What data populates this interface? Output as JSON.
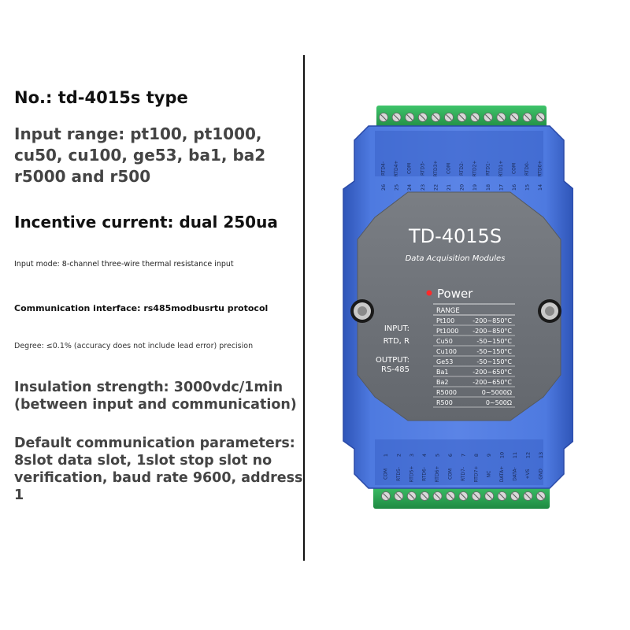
{
  "specs": {
    "model": "No.: td-4015s type",
    "input_range": [
      "Input range: pt100, pt1000,",
      "cu50, cu100, ge53, ba1, ba2",
      "r5000 and r500"
    ],
    "current": "Incentive current: dual 250ua",
    "input_mode": "Input mode: 8-channel three-wire thermal resistance input",
    "interface": "Communication interface: rs485modbusrtu protocol",
    "degree": "Degree: ≤0.1% (accuracy does not include lead error) precision",
    "insulation": [
      "Insulation strength: 3000vdc/1min",
      "(between input and communication)"
    ],
    "defaults": [
      "Default communication parameters:",
      "8slot data slot, 1slot stop slot no",
      "verification, baud rate 9600, address",
      "1"
    ]
  },
  "device": {
    "model": "TD-4015S",
    "subtitle": "Data Acquisition Modules",
    "power": "Power",
    "left_label": [
      "INPUT:",
      "RTD, R",
      "OUTPUT:",
      "RS-485"
    ],
    "range_header": "RANGE",
    "ranges": [
      {
        "name": "Pt100",
        "value": "-200~850°C"
      },
      {
        "name": "Pt1000",
        "value": "-200~850°C"
      },
      {
        "name": "Cu50",
        "value": "-50~150°C"
      },
      {
        "name": "Cu100",
        "value": "-50~150°C"
      },
      {
        "name": "Ge53",
        "value": "-50~150°C"
      },
      {
        "name": "Ba1",
        "value": "-200~650°C"
      },
      {
        "name": "Ba2",
        "value": "-200~650°C"
      },
      {
        "name": "R5000",
        "value": "0~5000Ω"
      },
      {
        "name": "R500",
        "value": "0~500Ω"
      }
    ],
    "top_pins": [
      {
        "num": "26",
        "label": "RTD4-"
      },
      {
        "num": "25",
        "label": "RTD4+"
      },
      {
        "num": "24",
        "label": "COM"
      },
      {
        "num": "23",
        "label": "RTD3-"
      },
      {
        "num": "22",
        "label": "RTD3+"
      },
      {
        "num": "21",
        "label": "COM"
      },
      {
        "num": "20",
        "label": "RTD2-"
      },
      {
        "num": "19",
        "label": "RTD2+"
      },
      {
        "num": "18",
        "label": "RTD1-"
      },
      {
        "num": "17",
        "label": "RTD1+"
      },
      {
        "num": "16",
        "label": "COM"
      },
      {
        "num": "15",
        "label": "RTD0-"
      },
      {
        "num": "14",
        "label": "RTD0+"
      }
    ],
    "bottom_pins": [
      {
        "num": "1",
        "label": "COM"
      },
      {
        "num": "2",
        "label": "RTD5-"
      },
      {
        "num": "3",
        "label": "RTD5+"
      },
      {
        "num": "4",
        "label": "RTD6-"
      },
      {
        "num": "5",
        "label": "RTD6+"
      },
      {
        "num": "6",
        "label": "COM"
      },
      {
        "num": "7",
        "label": "RTD7-"
      },
      {
        "num": "8",
        "label": "RTD7+"
      },
      {
        "num": "9",
        "label": "NC"
      },
      {
        "num": "10",
        "label": "DATA+"
      },
      {
        "num": "11",
        "label": "DATA-"
      },
      {
        "num": "12",
        "label": "+VS"
      },
      {
        "num": "13",
        "label": "GND"
      }
    ]
  },
  "colors": {
    "case_blue": "#4a73d9",
    "case_dark": "#2f55b8",
    "panel_gray": "#6e7278",
    "terminal_green": "#2fae57",
    "power_led": "#ff2a2a"
  }
}
